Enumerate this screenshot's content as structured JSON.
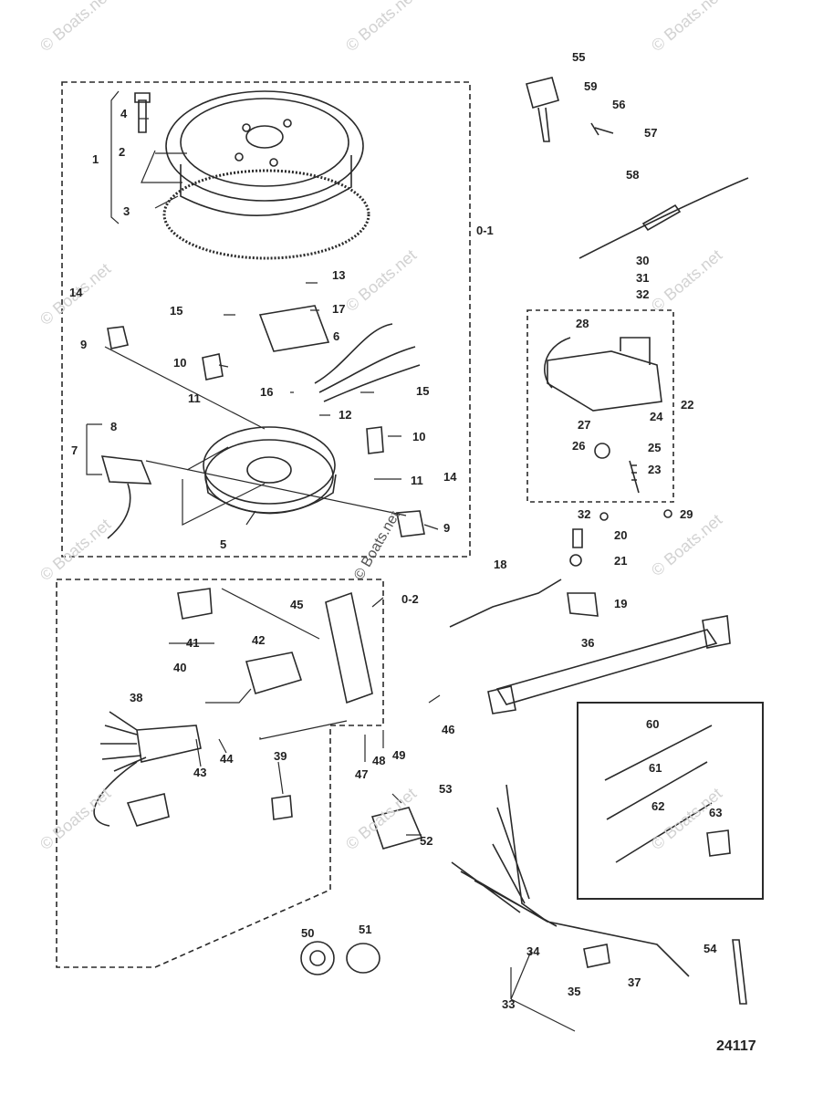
{
  "watermark": "© Boats.net",
  "figure_number": "24117",
  "group_labels": [
    "0-1",
    "0-2"
  ],
  "callouts": [
    "1",
    "2",
    "3",
    "4",
    "5",
    "6",
    "7",
    "8",
    "9",
    "9",
    "10",
    "10",
    "11",
    "11",
    "12",
    "13",
    "14",
    "14",
    "15",
    "15",
    "16",
    "17",
    "18",
    "19",
    "20",
    "21",
    "22",
    "23",
    "24",
    "25",
    "26",
    "27",
    "28",
    "29",
    "30",
    "31",
    "32",
    "32",
    "33",
    "34",
    "35",
    "36",
    "37",
    "38",
    "39",
    "40",
    "41",
    "42",
    "43",
    "44",
    "45",
    "46",
    "47",
    "48",
    "49",
    "50",
    "51",
    "52",
    "53",
    "54",
    "55",
    "56",
    "57",
    "58",
    "59",
    "60",
    "61",
    "62",
    "63"
  ]
}
